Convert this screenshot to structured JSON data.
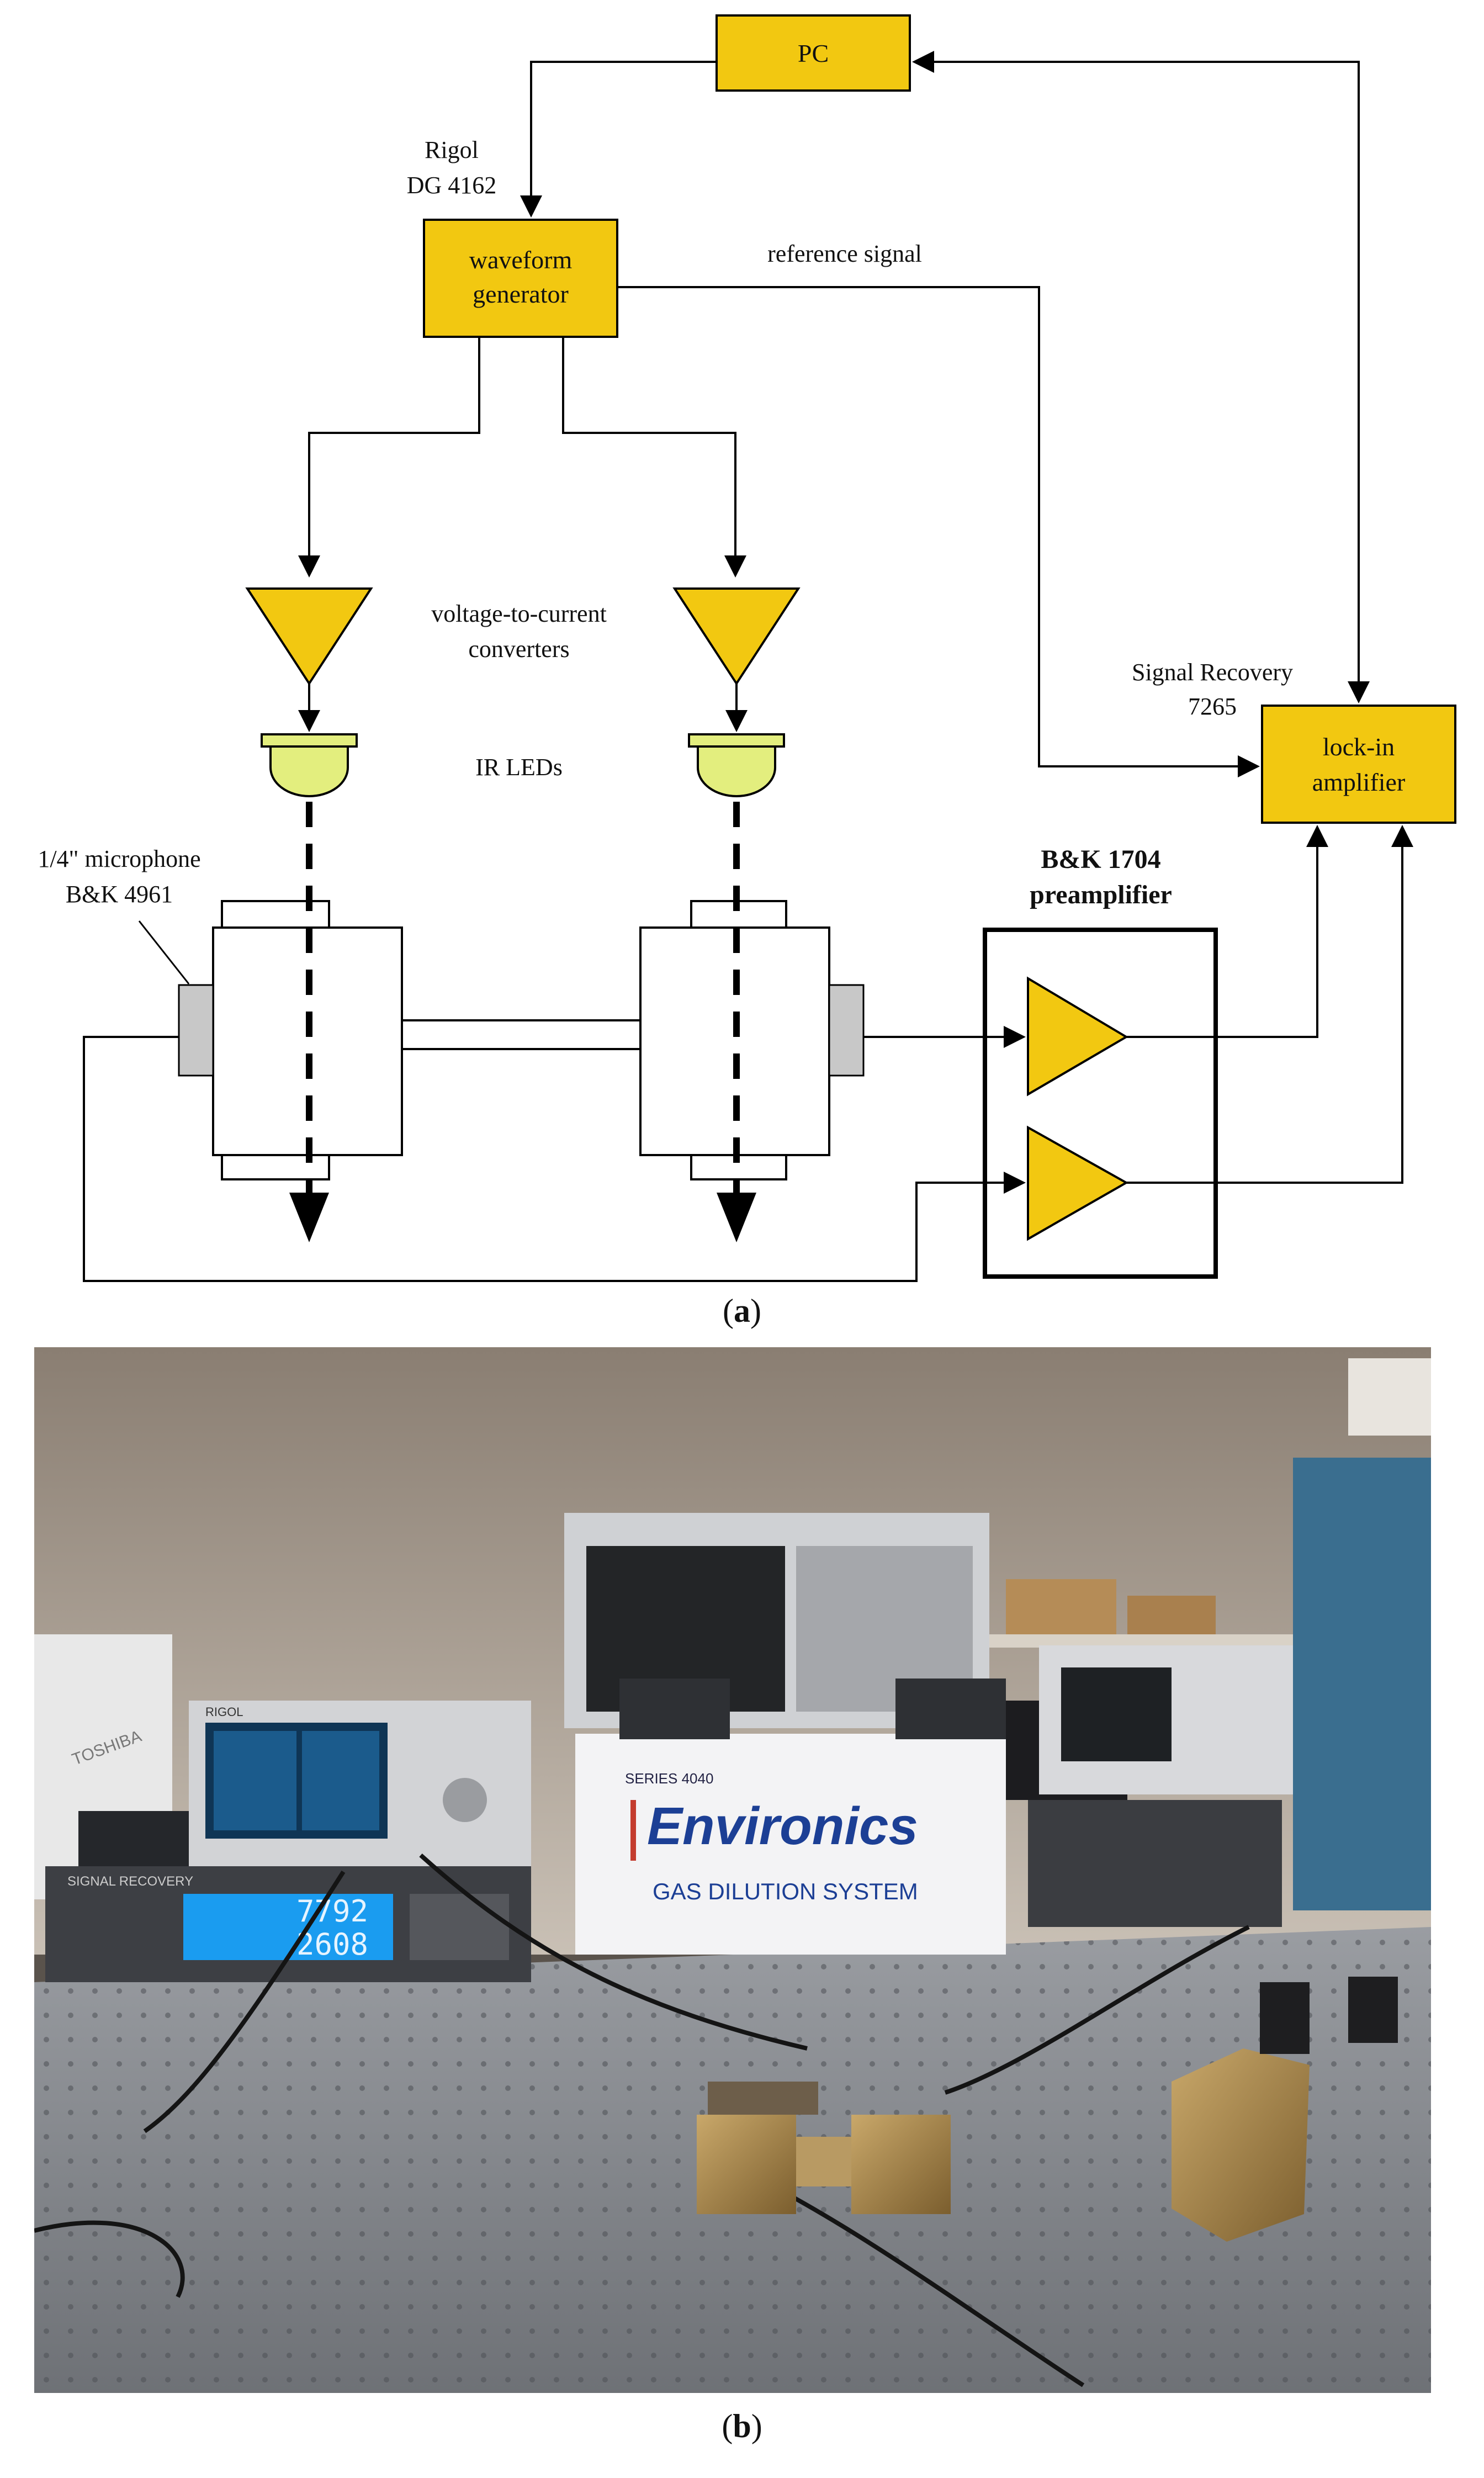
{
  "diagram": {
    "pc_label": "PC",
    "generator_model": [
      "Rigol",
      "DG 4162"
    ],
    "generator_label": [
      "waveform",
      "generator"
    ],
    "reference_signal_label": "reference signal",
    "converters_label": [
      "voltage-to-current",
      "converters"
    ],
    "leds_label": "IR LEDs",
    "lockin_model": [
      "Signal Recovery",
      "7265"
    ],
    "lockin_label": [
      "lock-in",
      "amplifier"
    ],
    "microphone_label": [
      "1/4\" microphone",
      "B&K 4961"
    ],
    "preamp_label": [
      "B&K 1704",
      "preamplifier"
    ],
    "colors": {
      "box_fill": "#F2C811",
      "led_fill": "#E3EE7E",
      "mic_fill": "#C8C8C8",
      "line": "#000000"
    }
  },
  "photo": {
    "generator_brand": "RIGOL",
    "lockin_brand": "SIGNAL RECOVERY",
    "lockin_readout": [
      "7792",
      "2608"
    ],
    "dilution_series": "SERIES 4040",
    "dilution_brand": "Environics",
    "dilution_system": "GAS DILUTION SYSTEM",
    "laptop_brand": "TOSHIBA"
  },
  "captions": {
    "a": "a",
    "b": "b"
  }
}
